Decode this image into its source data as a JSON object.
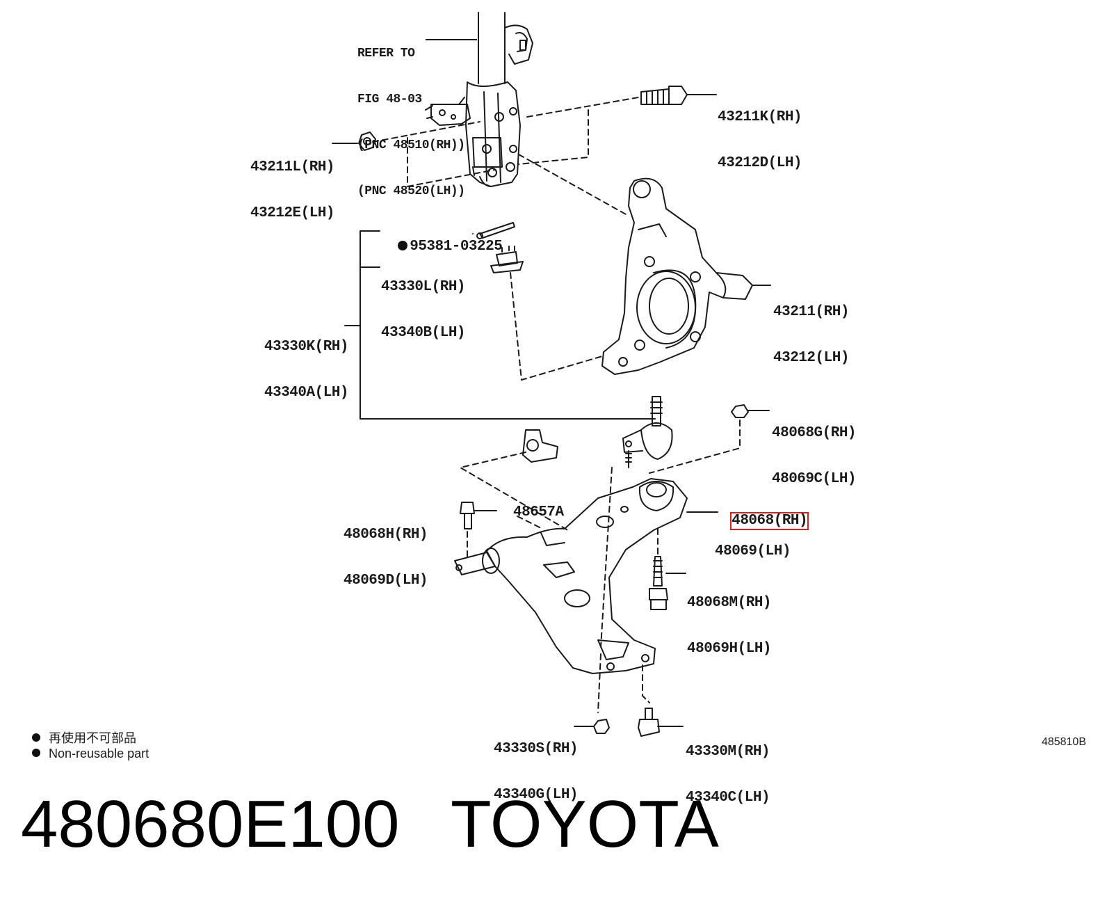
{
  "refer": {
    "line1": "REFER TO",
    "line2": "FIG 48-03",
    "line3": "(PNC 48510(RH))",
    "line4": "(PNC 48520(LH))"
  },
  "parts": {
    "bolt_top": {
      "rh": "43211K(RH)",
      "lh": "43212D(LH)"
    },
    "nut_left": {
      "rh": "43211L(RH)",
      "lh": "43212E(LH)"
    },
    "cotter_pin": {
      "pn": "95381-03225"
    },
    "castle_nut": {
      "rh": "43330L(RH)",
      "lh": "43340B(LH)"
    },
    "ball_joint_assy": {
      "rh": "43330K(RH)",
      "lh": "43340A(LH)"
    },
    "knuckle": {
      "rh": "43211(RH)",
      "lh": "43212(LH)"
    },
    "nut_right": {
      "rh": "48068G(RH)",
      "lh": "48069C(LH)"
    },
    "bracket": {
      "pn": "48657A"
    },
    "bolt_left": {
      "rh": "48068H(RH)",
      "lh": "48069D(LH)"
    },
    "lower_arm": {
      "rh": "48068(RH)",
      "lh": "48069(LH)"
    },
    "bolt_vertical": {
      "rh": "48068M(RH)",
      "lh": "48069H(LH)"
    },
    "nut_bottom_left": {
      "rh": "43330S(RH)",
      "lh": "43340G(LH)"
    },
    "bolt_bottom_right": {
      "rh": "43330M(RH)",
      "lh": "43340C(LH)"
    }
  },
  "legend": {
    "japanese": "再使用不可部品",
    "english": "Non-reusable part"
  },
  "figure_code": "485810B",
  "title": {
    "part_number": "480680E100",
    "brand": "TOYOTA"
  }
}
